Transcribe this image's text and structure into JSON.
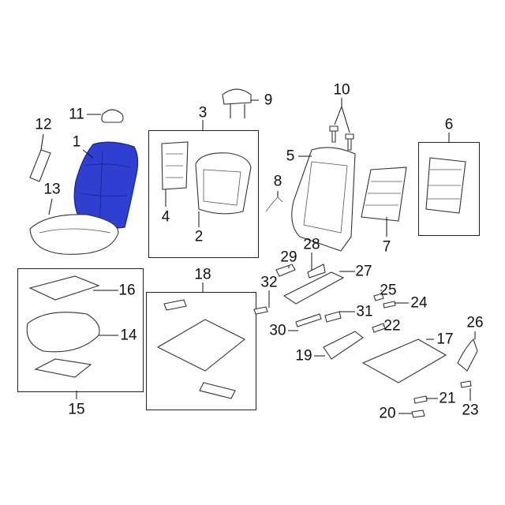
{
  "diagram": {
    "highlight_color": "#2f3fd0",
    "highlighted_part": "1",
    "callouts": [
      "1",
      "2",
      "3",
      "4",
      "5",
      "6",
      "7",
      "8",
      "9",
      "10",
      "11",
      "12",
      "13",
      "14",
      "15",
      "16",
      "17",
      "18",
      "19",
      "20",
      "21",
      "22",
      "23",
      "24",
      "25",
      "26",
      "27",
      "28",
      "29",
      "30",
      "31",
      "32"
    ]
  }
}
